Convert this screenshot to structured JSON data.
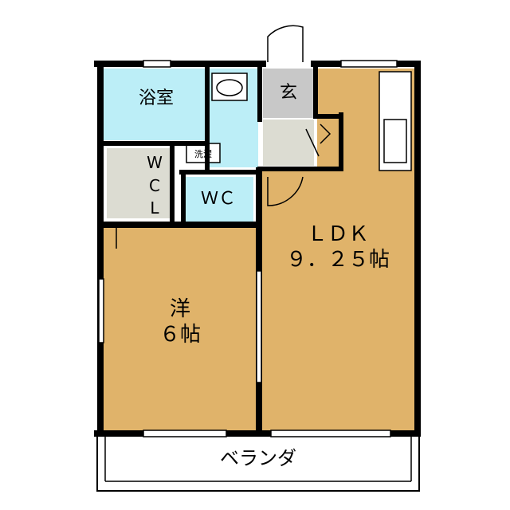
{
  "rooms": {
    "bath": "浴室",
    "entrance": "玄",
    "washer": "洗濯",
    "wic": [
      "W",
      "C",
      "L"
    ],
    "wc": "ＷＣ",
    "ldk_name": "ＬＤＫ",
    "ldk_size": "９．２５帖",
    "western_name": "洋",
    "western_size": "６帖",
    "balcony": "ベランダ"
  },
  "colors": {
    "floor": "#E0B36A",
    "wet": "#BCEEF7",
    "entrance": "#C8C8C8",
    "closet": "#DCDCD2",
    "wall": "#000000"
  }
}
